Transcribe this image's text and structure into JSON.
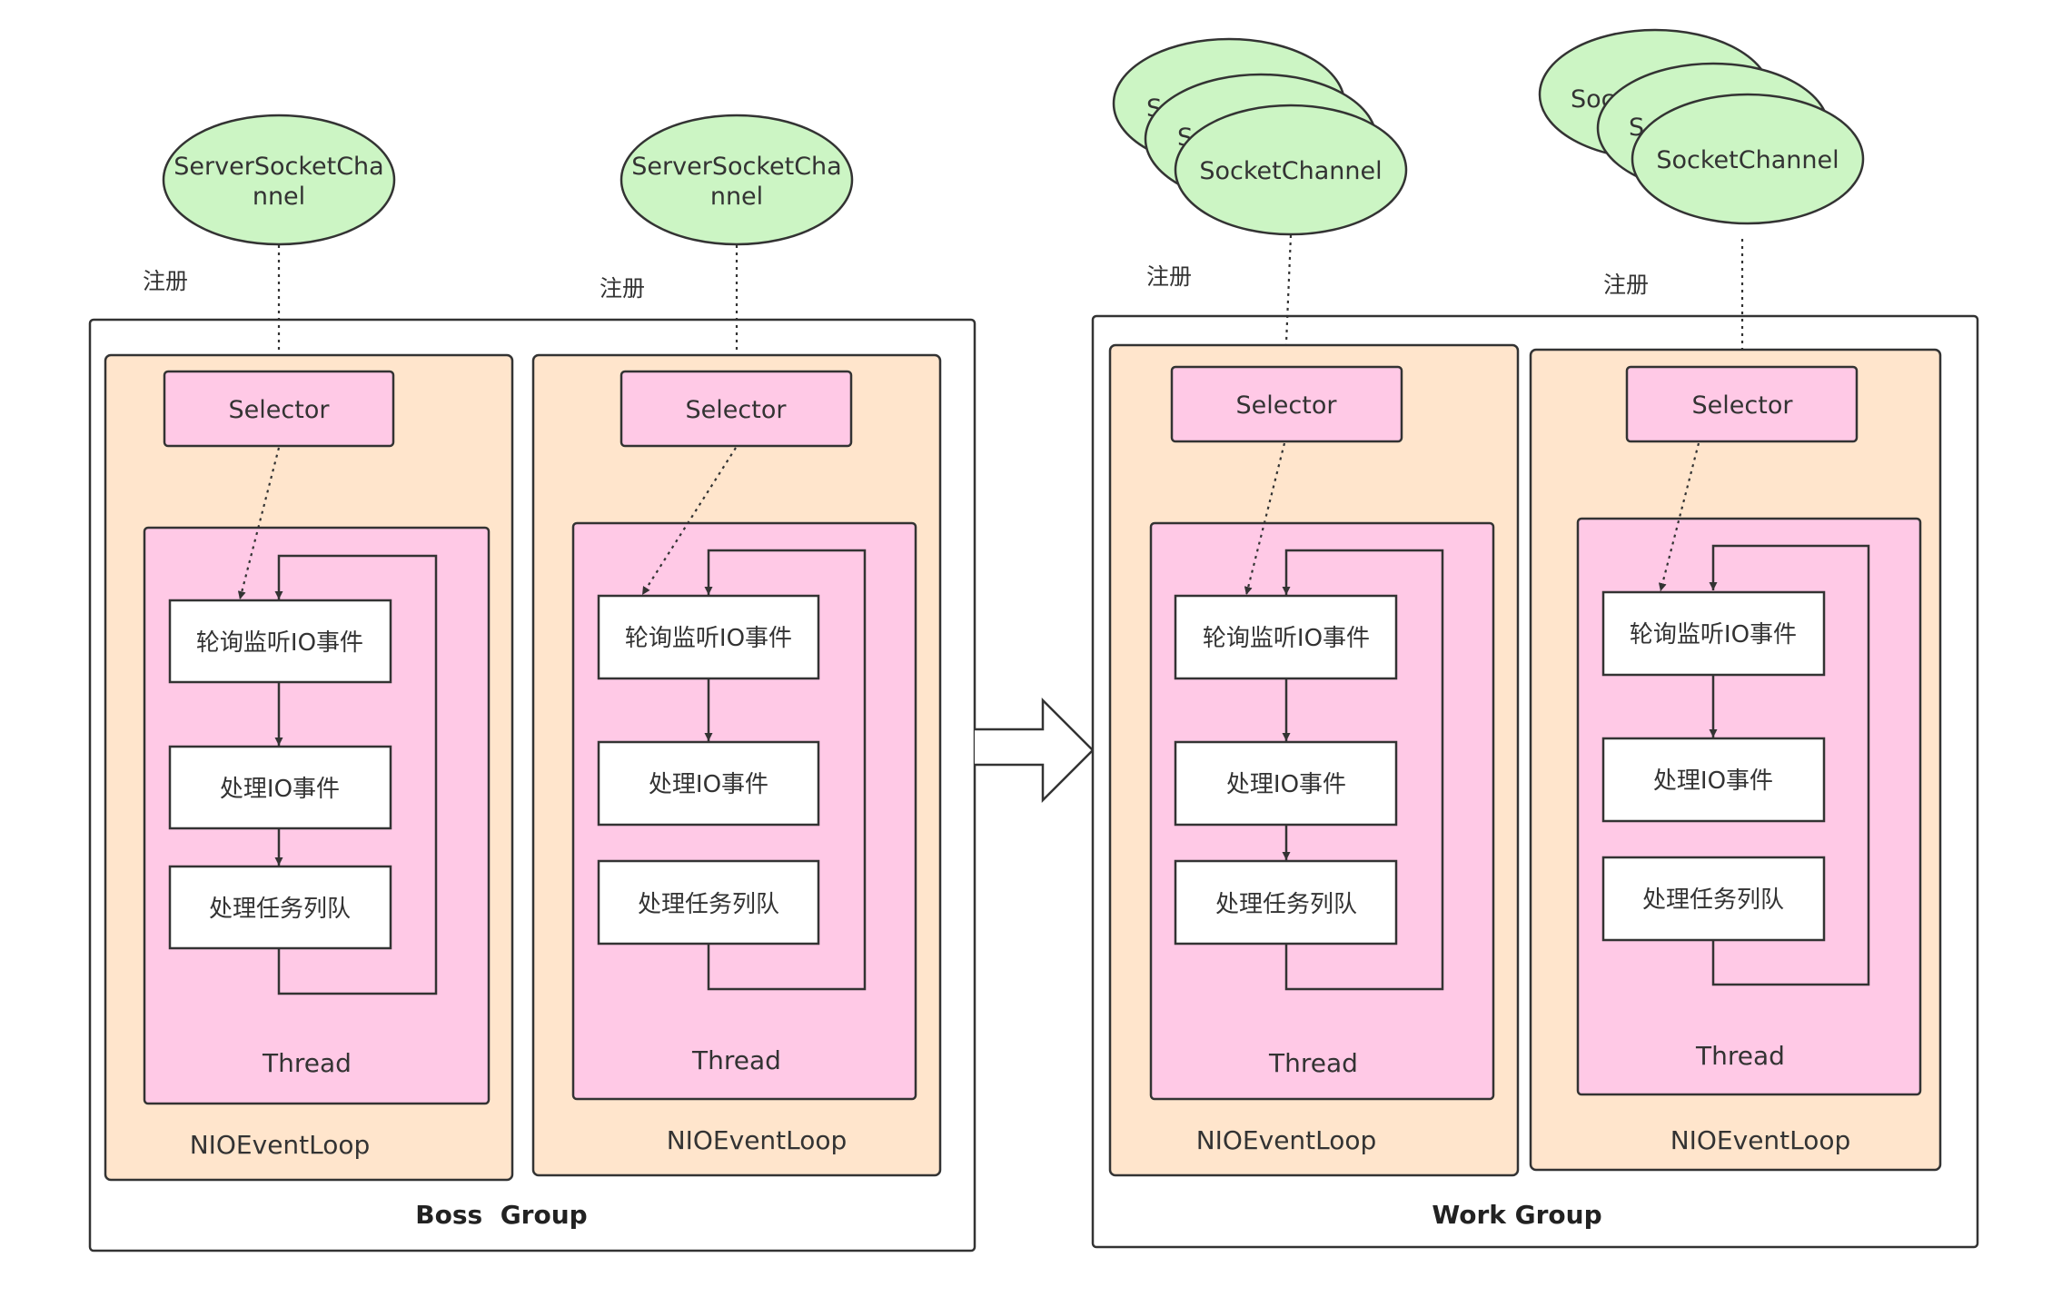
{
  "colors": {
    "channel_fill": "#ccf5c4",
    "selector_fill": "#ffc9e6",
    "eventloop_fill": "#ffe5cc",
    "thread_fill": "#ffc9e6",
    "stroke": "#333333"
  },
  "register_label": "注册",
  "selector_label": "Selector",
  "steps": [
    "轮询监听IO事件",
    "处理IO事件",
    "处理任务列队"
  ],
  "thread_label": "Thread",
  "eventloop_label": "NIOEventLoop",
  "boss_group": {
    "title": "Boss  Group",
    "channels": [
      {
        "line1": "ServerSocketCha",
        "line2": "nnel"
      },
      {
        "line1": "ServerSocketCha",
        "line2": "nnel"
      }
    ]
  },
  "work_group": {
    "title": "Work Group",
    "channels": [
      {
        "front": "SocketChannel",
        "peek1": "So",
        "peek2": "S"
      },
      {
        "front": "SocketChannel",
        "peek1": "Soc",
        "peek2": "S"
      }
    ]
  }
}
